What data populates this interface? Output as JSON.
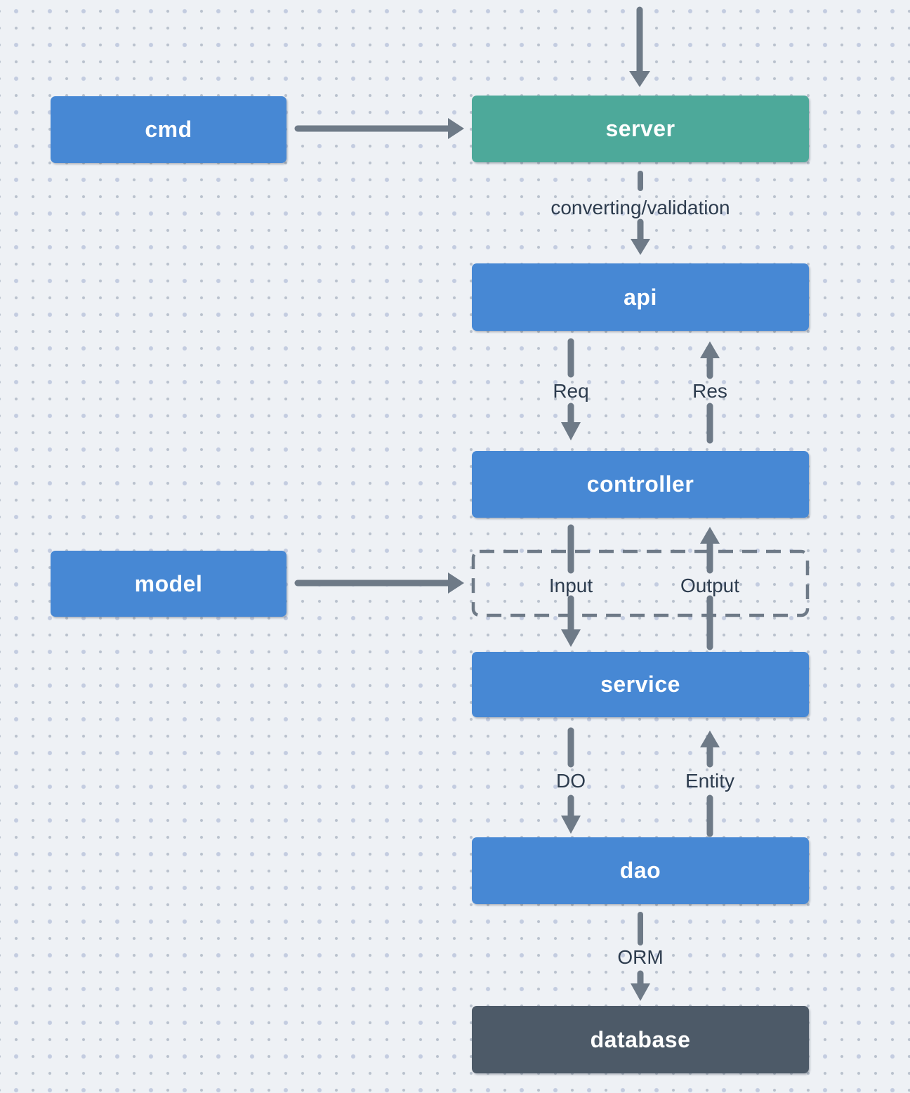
{
  "diagram": {
    "nodes": {
      "cmd": {
        "label": "cmd",
        "color": "#4788d4"
      },
      "server": {
        "label": "server",
        "color": "#4da99a"
      },
      "api": {
        "label": "api",
        "color": "#4788d4"
      },
      "controller": {
        "label": "controller",
        "color": "#4788d4"
      },
      "model": {
        "label": "model",
        "color": "#4788d4"
      },
      "service": {
        "label": "service",
        "color": "#4788d4"
      },
      "dao": {
        "label": "dao",
        "color": "#4788d4"
      },
      "database": {
        "label": "database",
        "color": "#4d5a68"
      }
    },
    "edge_labels": {
      "converting_validation": "converting/validation",
      "req": "Req",
      "res": "Res",
      "input": "Input",
      "output": "Output",
      "do": "DO",
      "entity": "Entity",
      "orm": "ORM"
    },
    "colors": {
      "background": "#eef1f5",
      "dot_small": "#b9c1cd",
      "dot_large": "#c3cce0",
      "arrow": "#6e7a87",
      "edge_label_text": "#2d3c4e",
      "node_text": "#ffffff"
    }
  }
}
